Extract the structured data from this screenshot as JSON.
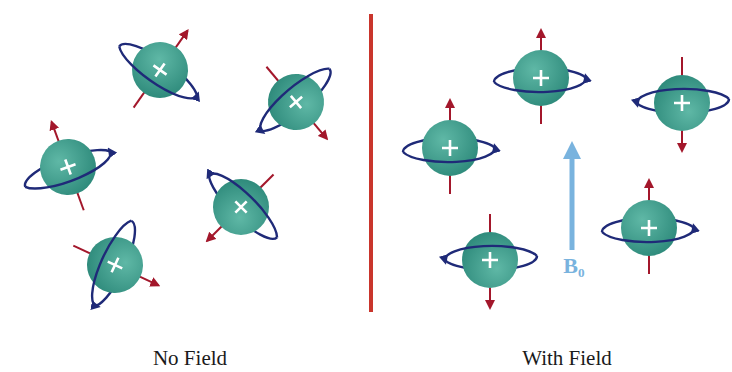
{
  "diagram": {
    "labels": [
      "No Field",
      "With Field",
      "B₀"
    ]
  }
}
